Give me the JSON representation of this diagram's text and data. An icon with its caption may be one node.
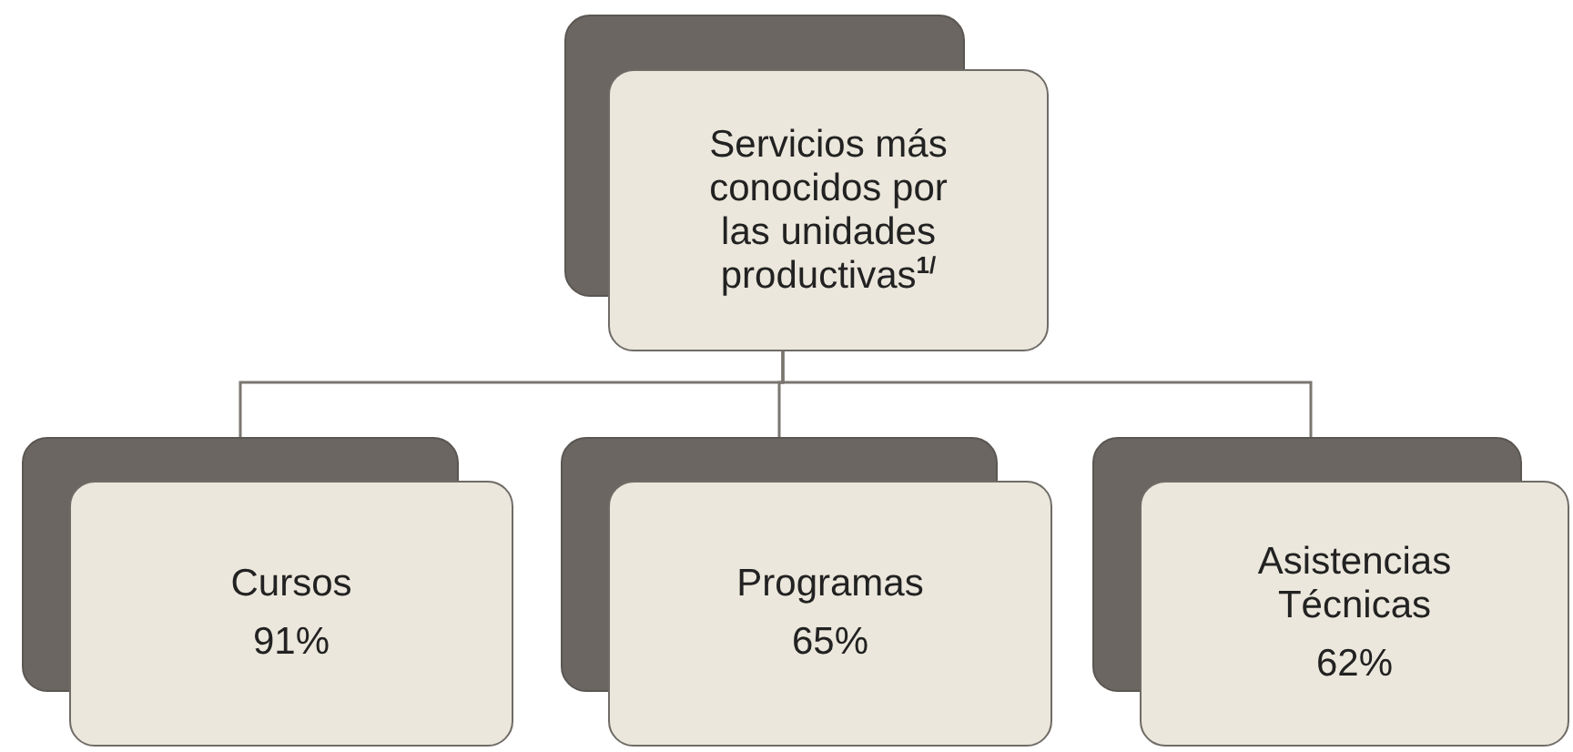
{
  "diagram": {
    "nodes": [
      {
        "text": [
          "Servicios más conocidos por las unidades productivas$^{1/}$"
        ]
      },
      {
        "text": [
          "Cursos",
          "91%"
        ]
      },
      {
        "text": [
          "Programas",
          "65%"
        ]
      },
      {
        "text": [
          "Asistencias Técnicas",
          "62%"
        ]
      }
    ],
    "edges": [
      {
        "from": 0,
        "to": 1,
        "arrow": "none"
      },
      {
        "from": 0,
        "to": 2,
        "arrow": "none"
      },
      {
        "from": 0,
        "to": 3,
        "arrow": "none"
      }
    ]
  }
}
